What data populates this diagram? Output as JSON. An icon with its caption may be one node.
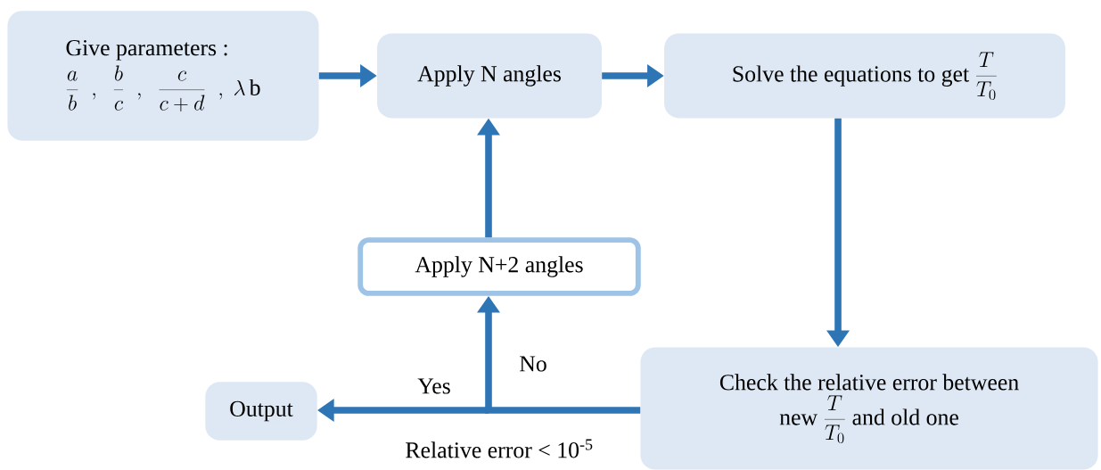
{
  "diagram": {
    "nodes": [
      {
        "text": [
          "Give parameters :",
          "\\frac{a}{b}\\;\\;,\\;\\;\\frac{b}{c}\\;\\;,\\;\\;\\frac{c}{c+d}\\;\\;,\\;\\lambda\\,\\mathrm{b}"
        ]
      },
      {
        "text": [
          "Apply N angles"
        ]
      },
      {
        "text": [
          "Solve the equations to get",
          "\\frac{T}{T_0}"
        ]
      },
      {
        "text": [
          "Apply N+2 angles"
        ]
      },
      {
        "text": [
          "Check the relative error between",
          "new",
          "\\frac{T}{T_0}",
          "and old one"
        ]
      },
      {
        "text": [
          "Output"
        ]
      }
    ],
    "edges": [
      {
        "from": 0,
        "to": 1,
        "arrow": "to"
      },
      {
        "from": 1,
        "to": 2,
        "arrow": "to"
      },
      {
        "from": 2,
        "to": 4,
        "arrow": "to"
      },
      {
        "from": 4,
        "to": 5,
        "arrow": "to",
        "label": "Yes"
      },
      {
        "from": 4,
        "to": 3,
        "arrow": "to",
        "label": "No"
      },
      {
        "from": 3,
        "to": 1,
        "arrow": "to"
      }
    ],
    "labels": [
      "Relative error < 10$^{-5}$"
    ]
  }
}
